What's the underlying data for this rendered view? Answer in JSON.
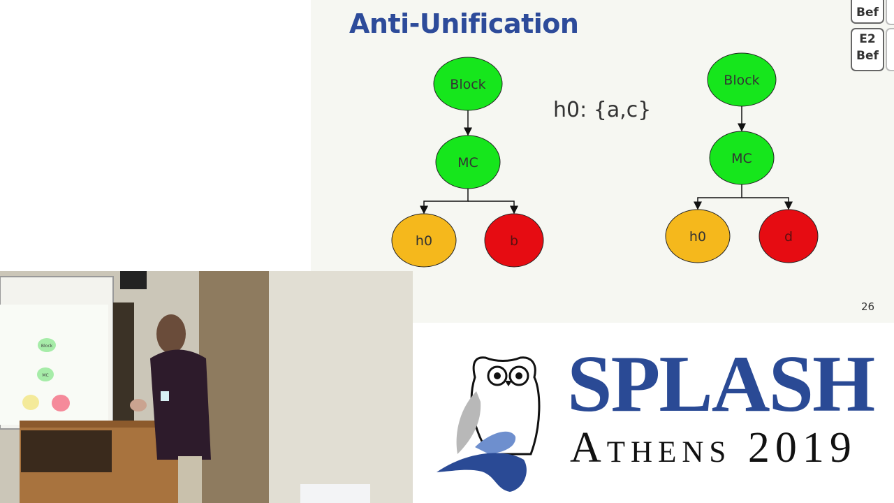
{
  "slide": {
    "title": "Anti-Unification",
    "number": "26",
    "mapping": "h0: {a,c}",
    "side_buttons": [
      {
        "lines": [
          "Bef"
        ]
      },
      {
        "lines": [
          "E2",
          "Bef"
        ]
      }
    ],
    "trees": [
      {
        "nodes": [
          {
            "id": "block",
            "label": "Block",
            "color": "#16e61c"
          },
          {
            "id": "mc",
            "label": "MC",
            "color": "#16e61c"
          },
          {
            "id": "h0",
            "label": "h0",
            "color": "#f5b81c"
          },
          {
            "id": "leaf",
            "label": "b",
            "color": "#e60c12"
          }
        ]
      },
      {
        "nodes": [
          {
            "id": "block",
            "label": "Block",
            "color": "#16e61c"
          },
          {
            "id": "mc",
            "label": "MC",
            "color": "#16e61c"
          },
          {
            "id": "h0",
            "label": "h0",
            "color": "#f5b81c"
          },
          {
            "id": "leaf",
            "label": "d",
            "color": "#e60c12"
          }
        ]
      }
    ]
  },
  "video": {
    "screen_nodes": [
      "Block",
      "MC"
    ]
  },
  "logo": {
    "title": "SPLASH",
    "subtitle": "Athens 2019",
    "colors": {
      "primary": "#2a4a95",
      "light_blue": "#6e8fce",
      "grey": "#b8b8b8"
    }
  }
}
